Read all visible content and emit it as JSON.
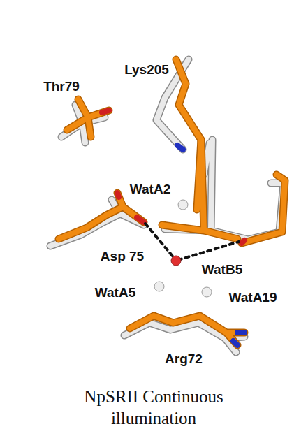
{
  "diagram": {
    "caption": "NpSRII Continuous illumination",
    "labels": [
      "Lys205",
      "Thr79",
      "WatA2",
      "Asp 75",
      "WatB5",
      "WatA5",
      "WatA19",
      "Arg72"
    ]
  }
}
